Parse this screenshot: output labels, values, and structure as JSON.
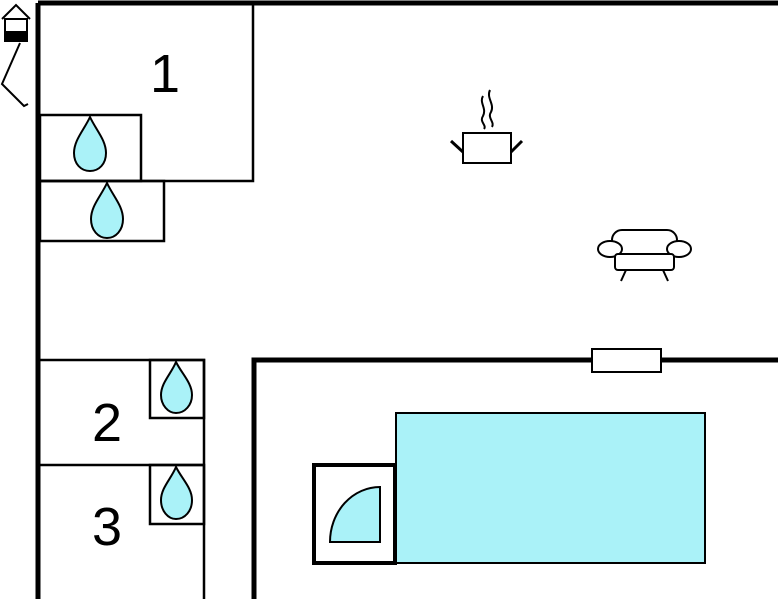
{
  "plan": {
    "rooms": [
      {
        "id": "bedroom-1",
        "label": "1"
      },
      {
        "id": "bedroom-2",
        "label": "2"
      },
      {
        "id": "bedroom-3",
        "label": "3"
      }
    ],
    "symbols": [
      "house-entrance-icon",
      "water-drop-icon",
      "cooking-pot-icon",
      "sofa-icon",
      "shower-icon",
      "pool"
    ],
    "colors": {
      "wall": "#000000",
      "water": "#aaf2f8",
      "background": "#ffffff"
    }
  }
}
